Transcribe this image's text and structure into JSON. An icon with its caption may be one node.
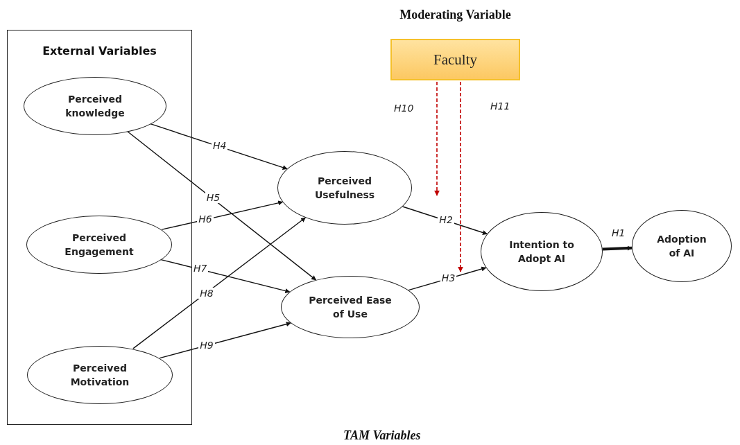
{
  "diagram": {
    "caption": "TAM Variables",
    "nodes": [
      {
        "text": [
          "External Variables"
        ]
      },
      {
        "text": [
          "Perceived knowledge"
        ],
        "in": 0
      },
      {
        "text": [
          "Perceived Engagement"
        ],
        "in": 0
      },
      {
        "text": [
          "Perceived Motivation"
        ],
        "in": 0
      },
      {
        "text": [
          "Perceived Usefulness"
        ]
      },
      {
        "text": [
          "Perceived Ease of Use"
        ]
      },
      {
        "text": [
          "Intention to Adopt AI"
        ]
      },
      {
        "text": [
          "Adoption of AI"
        ]
      },
      {
        "text": [
          "Faculty"
        ],
        "beside": [
          "Moderating Variable"
        ]
      }
    ],
    "edges": [
      {
        "from": 1,
        "to": 4,
        "arrow": "to",
        "label": "H4"
      },
      {
        "from": 1,
        "to": 5,
        "arrow": "to",
        "label": "H5"
      },
      {
        "from": 2,
        "to": 4,
        "arrow": "to",
        "label": "H6"
      },
      {
        "from": 2,
        "to": 5,
        "arrow": "to",
        "label": "H7"
      },
      {
        "from": 3,
        "to": 4,
        "arrow": "to",
        "label": "H8"
      },
      {
        "from": 3,
        "to": 5,
        "arrow": "to",
        "label": "H9"
      },
      {
        "from": 4,
        "to": 6,
        "arrow": "to",
        "label": "H2"
      },
      {
        "from": 5,
        "to": 6,
        "arrow": "to",
        "label": "H3"
      },
      {
        "from": 6,
        "to": 7,
        "arrow": "to",
        "label": "H1",
        "style": "thick"
      },
      {
        "from": 8,
        "to": null,
        "arrow": "to",
        "label": "H10",
        "style": "dashed",
        "color": "#c00000"
      },
      {
        "from": 8,
        "to": null,
        "arrow": "to",
        "label": "H11",
        "style": "dashed",
        "color": "#c00000"
      }
    ]
  }
}
